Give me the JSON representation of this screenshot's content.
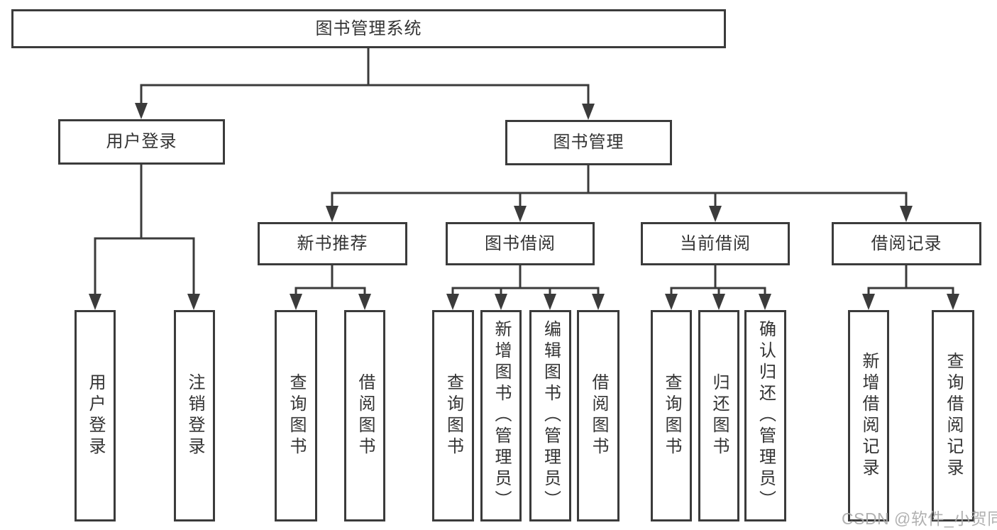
{
  "tree": {
    "root": {
      "label": "图书管理系统",
      "children": [
        {
          "label": "用户登录",
          "children": [
            {
              "label": "用户登录"
            },
            {
              "label": "注销登录"
            }
          ]
        },
        {
          "label": "图书管理",
          "children": [
            {
              "label": "新书推荐",
              "children": [
                {
                  "label": "查询图书"
                },
                {
                  "label": "借阅图书"
                }
              ]
            },
            {
              "label": "图书借阅",
              "children": [
                {
                  "label": "查询图书"
                },
                {
                  "label": "新增图书（管理员）"
                },
                {
                  "label": "编辑图书（管理员）"
                },
                {
                  "label": "借阅图书"
                }
              ]
            },
            {
              "label": "当前借阅",
              "children": [
                {
                  "label": "查询图书"
                },
                {
                  "label": "归还图书"
                },
                {
                  "label": "确认归还（管理员）"
                }
              ]
            },
            {
              "label": "借阅记录",
              "children": [
                {
                  "label": "新增借阅记录"
                },
                {
                  "label": "查询借阅记录"
                }
              ]
            }
          ]
        }
      ]
    }
  },
  "watermark": "CSDN @软件_小贺同学",
  "colors": {
    "line": "#3b3b3b",
    "text": "#333333",
    "watermark": "#a9a9a9",
    "background": "#ffffff"
  }
}
